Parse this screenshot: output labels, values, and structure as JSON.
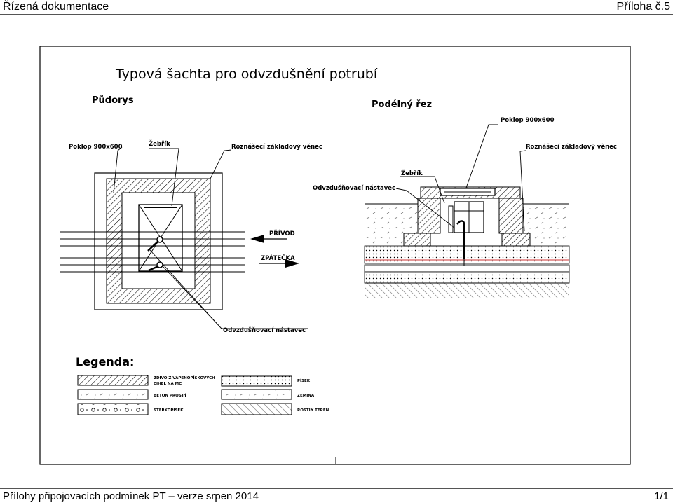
{
  "header": {
    "left": "Řízená dokumentace",
    "right": "Příloha č.5"
  },
  "footer": {
    "left": "Přílohy připojovacích podmínek PT – verze srpen 2014",
    "right": "1/1"
  },
  "drawing": {
    "title": "Typová šachta pro odvzdušnění potrubí",
    "plan": {
      "heading": "Půdorys",
      "label_cover": "Poklop 900x600",
      "label_ladder": "Žebřík",
      "label_ring": "Roznášecí základový věnec",
      "label_supply": "PŘÍVOD",
      "label_return": "ZPÁTEČKA",
      "label_vent": "Odvzdušňovací nástavec"
    },
    "section": {
      "heading": "Podélný řez",
      "label_cover": "Poklop 900x600",
      "label_ring": "Roznášecí základový věnec",
      "label_ladder": "Žebřík",
      "label_vent": "Odvzdušňovací nástavec"
    },
    "legend": {
      "heading": "Legenda:",
      "items": [
        {
          "line1": "ZDIVO Z VÁPENOPÍSKOVÝCH",
          "line2": "CIHEL NA MC"
        },
        {
          "line1": "BETON PROSTÝ",
          "line2": ""
        },
        {
          "line1": "ŠTĚRKOPÍSEK",
          "line2": ""
        },
        {
          "line1": "PÍSEK",
          "line2": ""
        },
        {
          "line1": "ZEMINA",
          "line2": ""
        },
        {
          "line1": "ROSTLÝ TERÉN",
          "line2": ""
        }
      ]
    }
  }
}
